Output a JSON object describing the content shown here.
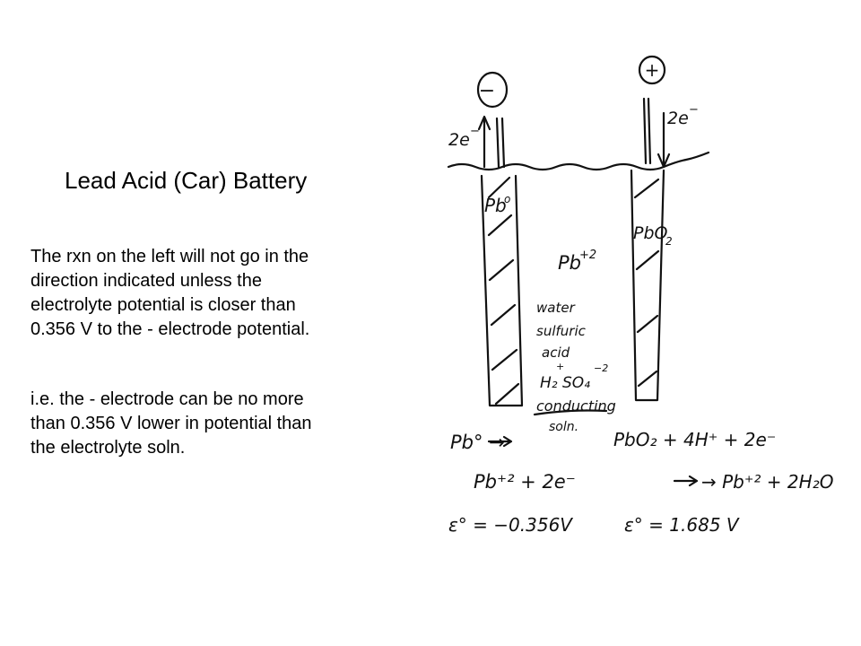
{
  "title": "Lead Acid (Car) Battery",
  "paragraph1": [
    "The rxn on the left will not go in the",
    "direction indicated unless the",
    "electrolyte potential is closer than",
    "0.356 V to the - electrode potential."
  ],
  "paragraph2": [
    "i.e. the - electrode can be no more",
    "than 0.356 V lower in potential than",
    "the electrolyte soln."
  ],
  "sketch": {
    "neg_symbol": "−",
    "pos_symbol": "+",
    "left_electron": "2e",
    "right_electron": "2e",
    "electron_sup": "−",
    "left_electrode": "Pb",
    "left_electrode_sup": "o",
    "right_electrode": "PbO",
    "right_electrode_sub": "2",
    "ion": "Pb",
    "ion_sup": "+2",
    "solution_lines": [
      "water",
      "sulfuric",
      "acid"
    ],
    "acid_formula": "H₂ SO₄",
    "acid_charges": [
      "+",
      "−2"
    ],
    "conducting_label": "conducting",
    "soln_label": "soln.",
    "reaction_left_line1": "Pb° →",
    "reaction_left_line2": "Pb⁺² + 2e⁻",
    "reaction_right_line1": "PbO₂ + 4H⁺ + 2e⁻",
    "reaction_right_line2": "→ Pb⁺² + 2H₂O",
    "potential_left": "ε° = −0.356V",
    "potential_right": "ε° = 1.685 V"
  }
}
